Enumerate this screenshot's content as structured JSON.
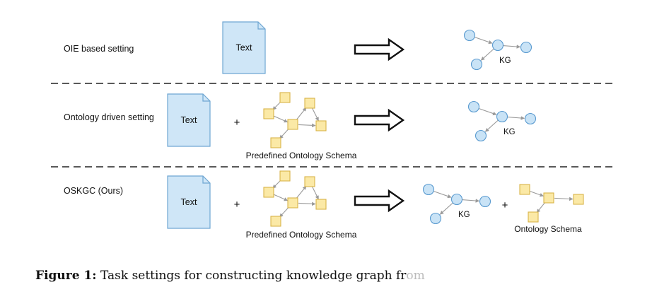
{
  "rows": [
    {
      "label": "OIE based setting"
    },
    {
      "label": "Ontology driven setting"
    },
    {
      "label": "OSKGC (Ours)"
    }
  ],
  "doc_text": "Text",
  "plus": "+",
  "schema_label": "Predefined Ontology Schema",
  "kg_label": "KG",
  "ontology_schema_label": "Ontology Schema",
  "caption": {
    "prefix": "Figure 1:",
    "text": " Task settings for constructing knowledge graph fr",
    "fade": "om"
  },
  "colors": {
    "doc_fill": "#cfe6f7",
    "doc_stroke": "#6fa7d3",
    "node_fill": "#c9e3f6",
    "node_stroke": "#5b9bd0",
    "square_fill": "#fbe9a6",
    "square_stroke": "#d9b44a",
    "edge": "#9a9a9a"
  }
}
